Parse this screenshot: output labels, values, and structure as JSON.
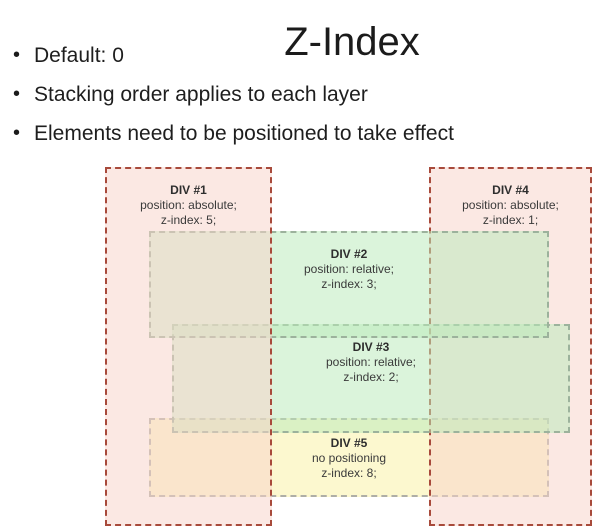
{
  "title": "Z-Index",
  "bullets": [
    "Default: 0",
    "Stacking order applies to each layer",
    "Elements need to be positioned to take effect"
  ],
  "boxes": [
    {
      "title": "DIV #1",
      "line1": "position: absolute;",
      "line2": "z-index: 5;"
    },
    {
      "title": "DIV #2",
      "line1": "position: relative;",
      "line2": "z-index: 3;"
    },
    {
      "title": "DIV #3",
      "line1": "position: relative;",
      "line2": "z-index: 2;"
    },
    {
      "title": "DIV #4",
      "line1": "position: absolute;",
      "line2": "z-index: 1;"
    },
    {
      "title": "DIV #5",
      "line1": "no positioning",
      "line2": "z-index: 8;"
    }
  ],
  "colors": {
    "pink_fill": "#fbe9e5",
    "green_fill": "#dcf3dc",
    "yellow_fill": "#fcf7d2",
    "overlap_tan": "#eee2d3",
    "red_border": "#a84a3b",
    "green_border": "#9cb29c",
    "gray_border": "#aeaea6",
    "text": "#3a3a3a",
    "heading_text": "#1b1b1b"
  }
}
